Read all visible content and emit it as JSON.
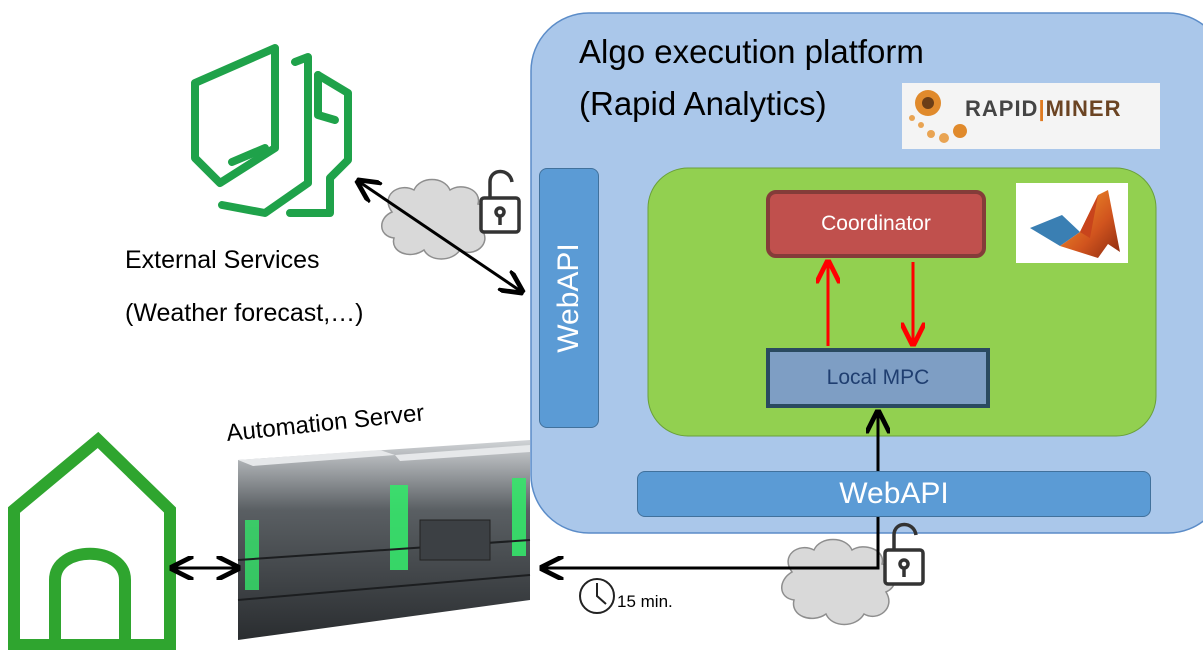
{
  "platform": {
    "title_line1": "Algo execution platform",
    "title_line2": "(Rapid Analytics)"
  },
  "rapidminer_logo": {
    "part1": "RAPID",
    "part2": "|",
    "part3": "MINER"
  },
  "webapi_vertical": "WebAPI",
  "webapi_horizontal": "WebAPI",
  "coordinator": "Coordinator",
  "local_mpc": "Local MPC",
  "external": {
    "line1": "External Services",
    "line2": "(Weather forecast,…)"
  },
  "automation_server": "Automation Server",
  "interval": "15 min.",
  "colors": {
    "platform_fill": "#aac7ea",
    "platform_border": "#5b8cc8",
    "green_fill": "#92d050",
    "webapi_fill": "#5b9bd5",
    "coordinator_fill": "#c0504d",
    "mpc_fill": "#7e9ec4",
    "icon_green": "#1fa24a",
    "house_green": "#2fa52f",
    "arrow_red": "#ff0000"
  },
  "icons": [
    "external-services-icon",
    "cloud-icon",
    "open-padlock-icon",
    "house-icon",
    "clock-icon",
    "automation-server-device",
    "rapidminer-logo",
    "matlab-logo"
  ]
}
